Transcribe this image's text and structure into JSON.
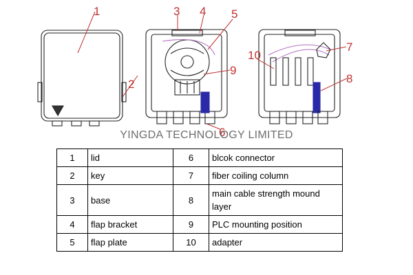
{
  "callouts": [
    "1",
    "2",
    "3",
    "4",
    "5",
    "6",
    "7",
    "8",
    "9",
    "10"
  ],
  "watermark": "YINGDA TECHNOLOGY LIMITED",
  "colors": {
    "callout": "#c03030",
    "line": "#222222",
    "cable_blue": "#2a2aa8",
    "fiber_purple": "#b070c0"
  },
  "table": {
    "rows": [
      {
        "n1": "1",
        "l1": "lid",
        "n2": "6",
        "l2": "blcok connector"
      },
      {
        "n1": "2",
        "l1": "key",
        "n2": "7",
        "l2": "fiber coiling column"
      },
      {
        "n1": "3",
        "l1": "base",
        "n2": "8",
        "l2": "main cable strength mound layer"
      },
      {
        "n1": "4",
        "l1": "flap bracket",
        "n2": "9",
        "l2": "PLC mounting position"
      },
      {
        "n1": "5",
        "l1": "flap plate",
        "n2": "10",
        "l2": "adapter"
      }
    ]
  }
}
